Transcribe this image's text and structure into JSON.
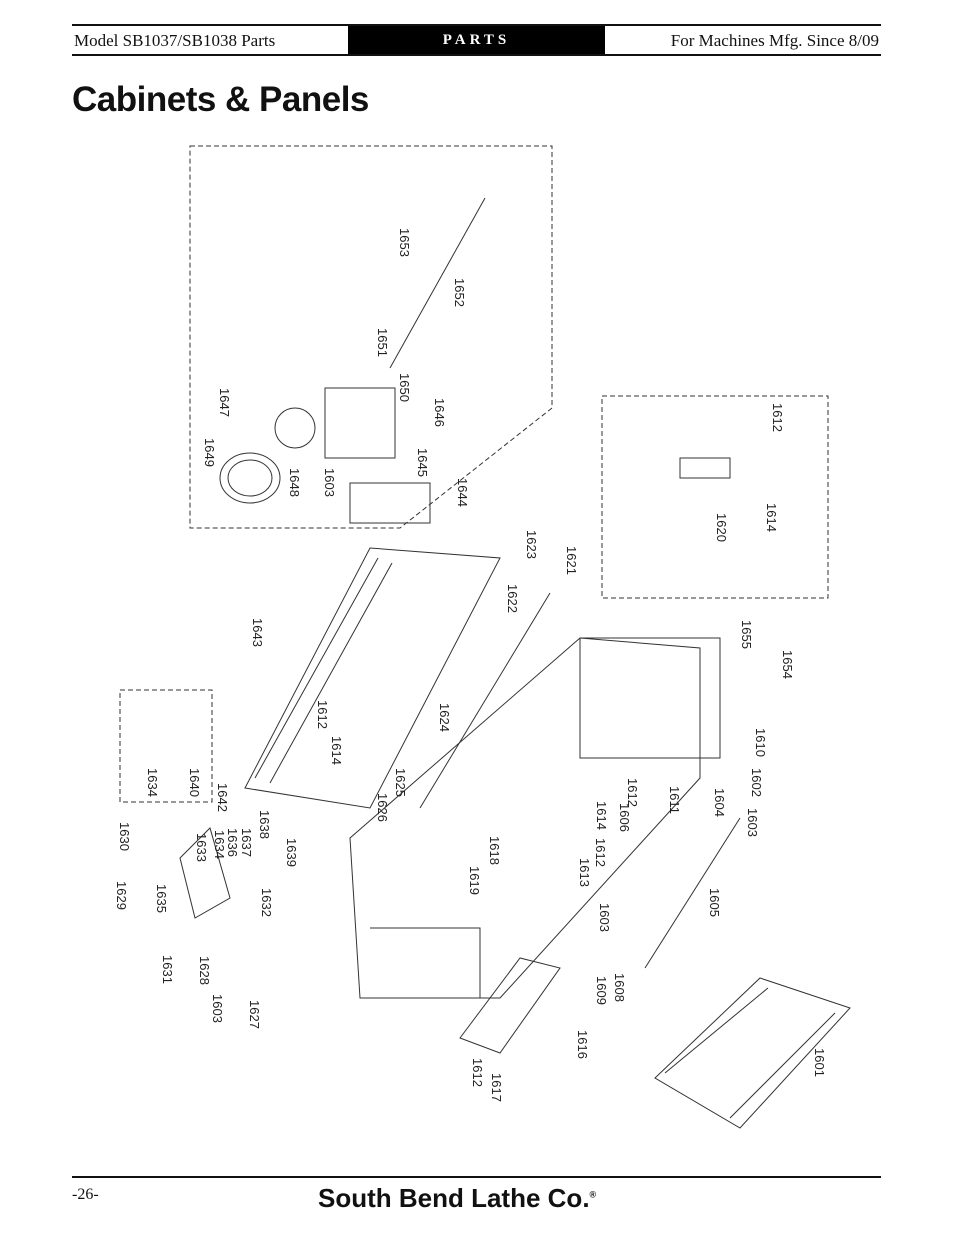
{
  "header": {
    "left": "Model SB1037/SB1038 Parts",
    "center": "PARTS",
    "right": "For Machines Mfg. Since 8/09"
  },
  "title": "Cabinets & Panels",
  "footer": {
    "page": "-26-",
    "brand": "South Bend Lathe Co.",
    "registered_mark": "®"
  },
  "part_labels": [
    "1653",
    "1652",
    "1651",
    "1650",
    "1647",
    "1646",
    "1649",
    "1648",
    "1603",
    "1645",
    "1644",
    "1612",
    "1620",
    "1614",
    "1623",
    "1621",
    "1622",
    "1643",
    "1624",
    "1655",
    "1654",
    "1610",
    "1612",
    "1614",
    "1634",
    "1640",
    "1642",
    "1626",
    "1625",
    "1612",
    "1611",
    "1604",
    "1602",
    "1603",
    "1630",
    "1633",
    "1634",
    "1636",
    "1637",
    "1638",
    "1639",
    "1618",
    "1606",
    "1614",
    "1612",
    "1619",
    "1613",
    "1603",
    "1605",
    "1629",
    "1635",
    "1632",
    "1631",
    "1628",
    "1603",
    "1627",
    "1609",
    "1608",
    "1616",
    "1612",
    "1617",
    "1601"
  ]
}
